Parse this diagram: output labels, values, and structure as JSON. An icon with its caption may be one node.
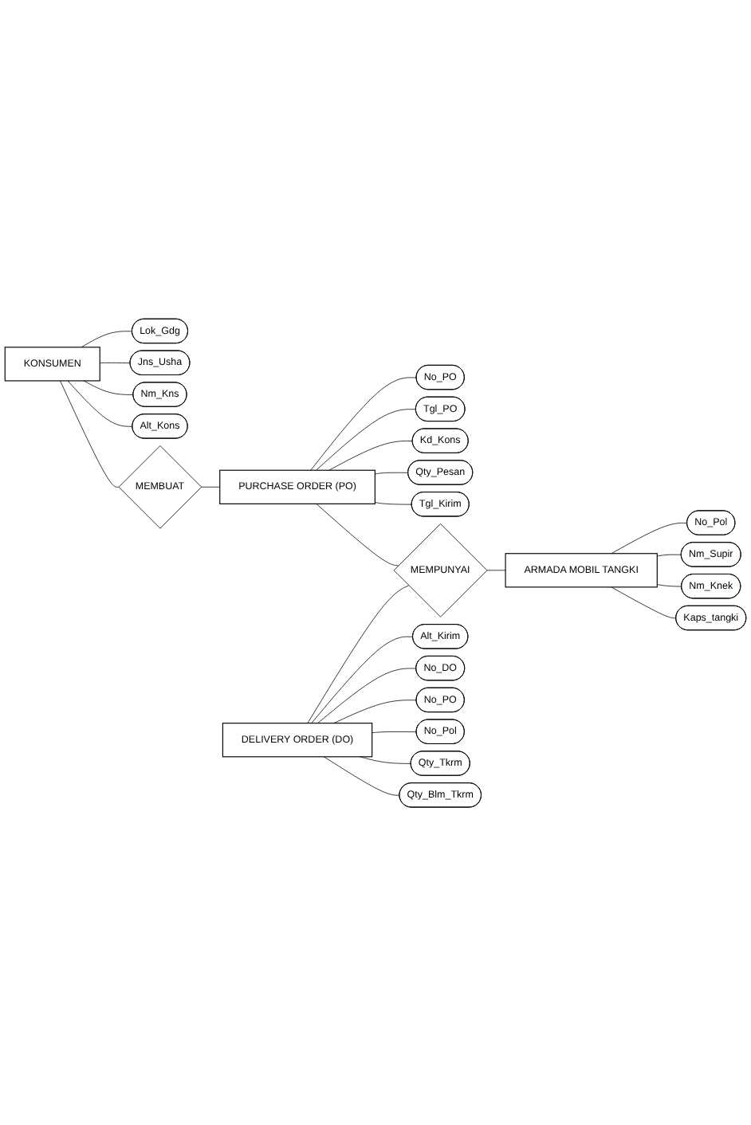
{
  "diagram": {
    "nodes": [
      {
        "text": [
          "Lok_Gdg"
        ]
      },
      {
        "text": [
          "Jns_Usha"
        ]
      },
      {
        "text": [
          "Nm_Kns"
        ]
      },
      {
        "text": [
          "Alt_Kons"
        ]
      },
      {
        "text": [
          "KONSUMEN"
        ]
      },
      {
        "text": [
          "MEMBUAT"
        ]
      },
      {
        "text": [
          "PURCHASE ORDER (PO)"
        ]
      },
      {
        "text": [
          "No_PO"
        ]
      },
      {
        "text": [
          "Tgl_PO"
        ]
      },
      {
        "text": [
          "Kd_Kons"
        ]
      },
      {
        "text": [
          "Qty_Pesan"
        ]
      },
      {
        "text": [
          "Tgl_Kirim"
        ]
      },
      {
        "text": [
          "Alt_Kirim"
        ]
      },
      {
        "text": [
          "No_DO"
        ]
      },
      {
        "text": [
          "DELIVERY ORDER (DO)"
        ]
      },
      {
        "text": [
          "MEMPUNYAI"
        ]
      },
      {
        "text": [
          "No_PO"
        ]
      },
      {
        "text": [
          "No_Pol"
        ]
      },
      {
        "text": [
          "Qty_Tkrm"
        ]
      },
      {
        "text": [
          "Qty_Blm_Tkrm"
        ]
      },
      {
        "text": [
          "No_Pol"
        ]
      },
      {
        "text": [
          "Nm_Supir"
        ]
      },
      {
        "text": [
          "Nm_Knek"
        ]
      },
      {
        "text": [
          "ARMADA MOBIL TANGKI"
        ]
      },
      {
        "text": [
          "Kaps_tangki"
        ]
      }
    ],
    "edges": [
      {
        "from": 4,
        "to": 0,
        "arrow": "none"
      },
      {
        "from": 4,
        "to": 1,
        "arrow": "none"
      },
      {
        "from": 4,
        "to": 2,
        "arrow": "none"
      },
      {
        "from": 4,
        "to": 3,
        "arrow": "none"
      },
      {
        "from": 4,
        "to": 5,
        "arrow": "none"
      },
      {
        "from": 5,
        "to": 6,
        "arrow": "none"
      },
      {
        "from": 6,
        "to": 7,
        "arrow": "none"
      },
      {
        "from": 6,
        "to": 8,
        "arrow": "none"
      },
      {
        "from": 6,
        "to": 9,
        "arrow": "none"
      },
      {
        "from": 6,
        "to": 10,
        "arrow": "none"
      },
      {
        "from": 6,
        "to": 11,
        "arrow": "none"
      },
      {
        "from": 6,
        "to": 15,
        "arrow": "none"
      },
      {
        "from": 14,
        "to": 15,
        "arrow": "none"
      },
      {
        "from": 14,
        "to": 12,
        "arrow": "none"
      },
      {
        "from": 14,
        "to": 13,
        "arrow": "none"
      },
      {
        "from": 14,
        "to": 16,
        "arrow": "none"
      },
      {
        "from": 14,
        "to": 17,
        "arrow": "none"
      },
      {
        "from": 14,
        "to": 18,
        "arrow": "none"
      },
      {
        "from": 14,
        "to": 19,
        "arrow": "none"
      },
      {
        "from": 15,
        "to": 23,
        "arrow": "none"
      },
      {
        "from": 23,
        "to": 20,
        "arrow": "none"
      },
      {
        "from": 23,
        "to": 21,
        "arrow": "none"
      },
      {
        "from": 23,
        "to": 22,
        "arrow": "none"
      },
      {
        "from": 23,
        "to": 24,
        "arrow": "none"
      }
    ]
  }
}
